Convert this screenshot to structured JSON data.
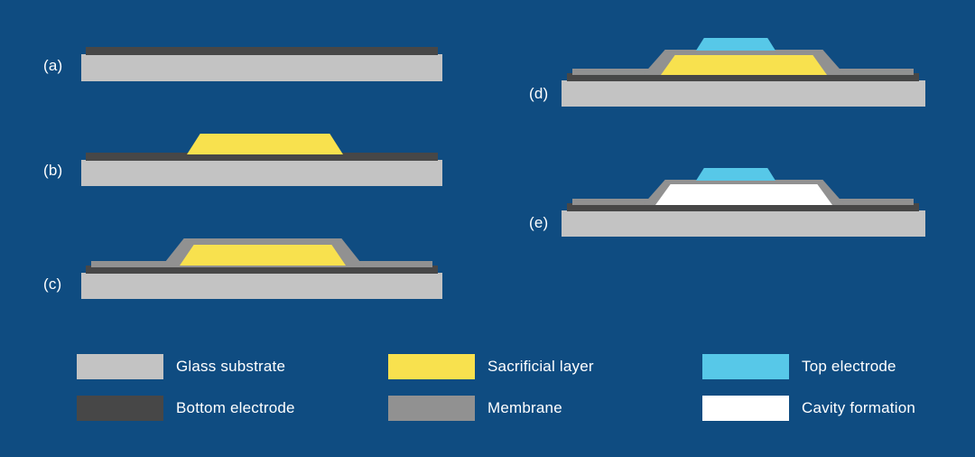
{
  "steps": [
    {
      "label": "(a)"
    },
    {
      "label": "(b)"
    },
    {
      "label": "(c)"
    },
    {
      "label": "(d)"
    },
    {
      "label": "(e)"
    }
  ],
  "legend": {
    "items": [
      {
        "label": "Glass substrate"
      },
      {
        "label": "Sacrificial layer"
      },
      {
        "label": "Top electrode"
      },
      {
        "label": "Bottom electrode"
      },
      {
        "label": "Membrane"
      },
      {
        "label": "Cavity formation"
      }
    ]
  },
  "colors": {
    "background": "#0f4c81",
    "glass_substrate": "#c3c3c3",
    "bottom_electrode": "#474747",
    "sacrificial_layer": "#f8e14e",
    "membrane": "#919191",
    "top_electrode": "#57c8e8",
    "cavity_formation": "#ffffff",
    "text": "#ffffff"
  }
}
